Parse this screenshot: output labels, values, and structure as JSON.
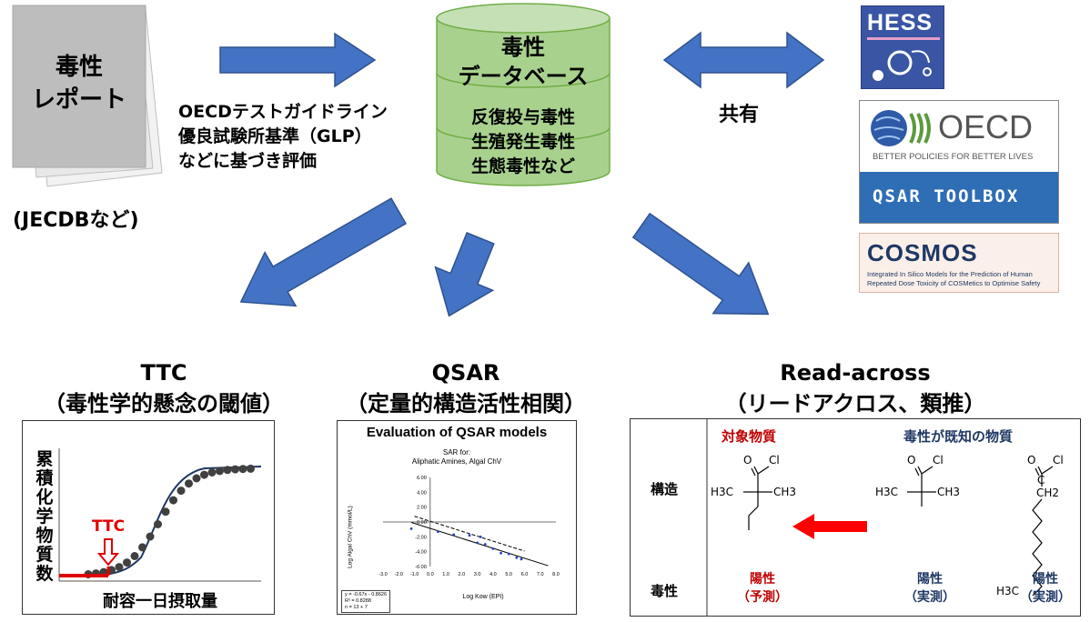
{
  "report": {
    "line1": "毒性",
    "line2": "レポート",
    "caption": "(JECDBなど)"
  },
  "guideline": {
    "line1": "OECDテストガイドライン",
    "line2": "優良試験所基準（GLP）",
    "line3": "などに基づき評価"
  },
  "database": {
    "title1": "毒性",
    "title2": "データベース",
    "item1": "反復投与毒性",
    "item2": "生殖発生毒性",
    "item3": "生態毒性など"
  },
  "share_label": "共有",
  "logos": {
    "hess": "HESS",
    "oecd": "OECD",
    "oecd_tagline": "BETTER POLICIES FOR BETTER LIVES",
    "qsar_toolbox": "QSAR TOOLBOX",
    "cosmos": "COSMOS",
    "cosmos_desc1": "Integrated In Silico Models for the Prediction of Human",
    "cosmos_desc2": "Repeated Dose Toxicity of COSMetics to Optimise Safety"
  },
  "ttc": {
    "title": "TTC",
    "subtitle": "（毒性学的懸念の閾値）",
    "ylabel": [
      "累",
      "積",
      "化",
      "学",
      "物",
      "質",
      "数"
    ],
    "xlabel": "耐容一日摂取量",
    "marker": "TTC"
  },
  "qsar": {
    "title": "QSAR",
    "subtitle": "（定量的構造活性相関）",
    "chart_title": "Evaluation of QSAR models",
    "chart_sub1": "SAR for:",
    "chart_sub2": "Aliphatic Amines, Algal ChV",
    "ylabel": "Log Algal ChV (mmol/L)",
    "xlabel": "Log Kow (EPI)",
    "eq1": "y = -0.67x - 0.8626",
    "eq2": "R² = 0.8288",
    "eq3": "n = 13 + 7",
    "chart_data": {
      "type": "scatter",
      "title": "SAR for: Aliphatic Amines, Algal ChV",
      "xlabel": "Log Kow (EPI)",
      "ylabel": "Log Algal ChV (mmol/L)",
      "xlim": [
        -3,
        8
      ],
      "ylim": [
        -6,
        6
      ],
      "x_ticks": [
        "-3.0",
        "-2.0",
        "-1.0",
        "0.0",
        "1.0",
        "2.0",
        "3.0",
        "4.0",
        "5.0",
        "6.0",
        "7.0",
        "8.0"
      ],
      "y_ticks": [
        "6.00",
        "4.00",
        "2.00",
        "0.00",
        "-2.00",
        "-4.00",
        "-6.00"
      ],
      "series": [
        {
          "points": [
            [
              -1.2,
              -0.9
            ],
            [
              0.5,
              -1.3
            ],
            [
              1.5,
              -1.7
            ],
            [
              2.5,
              -1.8
            ],
            [
              3.0,
              -2.8
            ],
            [
              3.2,
              -2.0
            ],
            [
              3.5,
              -3.0
            ],
            [
              4.0,
              -3.6
            ],
            [
              4.5,
              -4.2
            ],
            [
              5.0,
              -4.3
            ],
            [
              5.5,
              -4.8
            ],
            [
              5.8,
              -5.0
            ]
          ]
        }
      ],
      "fit": {
        "slope": -0.67,
        "intercept": -0.8626
      },
      "upper_dashed": {
        "slope": -0.67,
        "intercept": 0.1
      }
    }
  },
  "readacross": {
    "title": "Read-across",
    "subtitle": "（リードアクロス、類推）",
    "col_target": "対象物質",
    "col_known": "毒性が既知の物質",
    "row_structure": "構造",
    "row_toxicity": "毒性",
    "pred_result": "陽性",
    "pred_note": "（予測）",
    "obs1_result": "陽性",
    "obs1_note": "（実測）",
    "obs2_result": "陽性",
    "obs2_note": "（実測）",
    "atom_o": "O",
    "atom_cl": "Cl",
    "atom_c": "C",
    "atom_ch3": "CH3",
    "atom_h3c": "H3C",
    "atom_ch2": "CH2"
  },
  "colors": {
    "arrow": "#4472C4",
    "arrow_dark": "#2F528F",
    "db": "#A9D18E",
    "db_dark": "#70AD47",
    "red": "#C00000",
    "navy": "#1F3864"
  }
}
